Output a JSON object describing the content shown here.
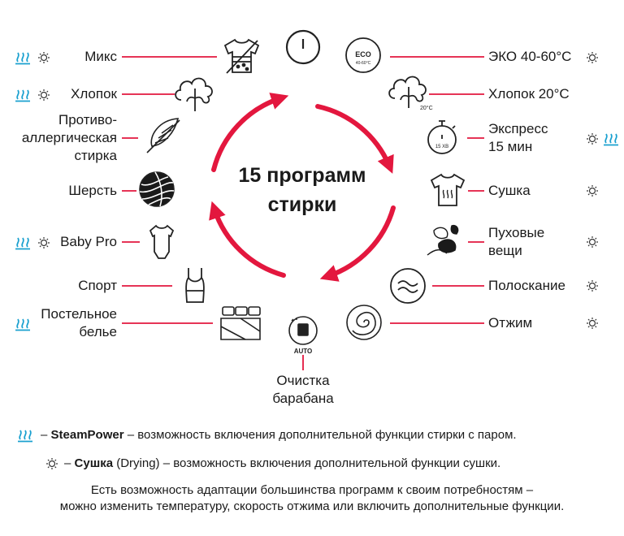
{
  "title": [
    "15 программ",
    "стирки"
  ],
  "programs_left": [
    {
      "label": [
        "Микс"
      ],
      "steam": true,
      "dry": true,
      "icon": "mixed-shirt-icon"
    },
    {
      "label": [
        "Хлопок"
      ],
      "steam": true,
      "dry": true,
      "icon": "cotton-icon"
    },
    {
      "label": [
        "Противо-",
        "аллергическая",
        "стирка"
      ],
      "steam": false,
      "dry": false,
      "icon": "feather-icon"
    },
    {
      "label": [
        "Шерсть"
      ],
      "steam": false,
      "dry": false,
      "icon": "wool-ball-icon"
    },
    {
      "label": [
        "Baby Pro"
      ],
      "steam": true,
      "dry": true,
      "icon": "baby-bodysuit-icon"
    },
    {
      "label": [
        "Спорт"
      ],
      "steam": false,
      "dry": false,
      "icon": "tank-top-icon"
    },
    {
      "label": [
        "Постельное",
        "белье"
      ],
      "steam": true,
      "dry": false,
      "icon": "bedding-icon"
    }
  ],
  "programs_right": [
    {
      "label": [
        "ЭКО 40-60°C"
      ],
      "steam": false,
      "dry": true,
      "icon": "eco-icon"
    },
    {
      "label": [
        "Хлопок 20°C"
      ],
      "steam": false,
      "dry": false,
      "icon": "cotton-20-icon"
    },
    {
      "label": [
        "Экспресс",
        "15 мин"
      ],
      "steam": true,
      "dry": true,
      "icon": "stopwatch-icon"
    },
    {
      "label": [
        "Сушка"
      ],
      "steam": false,
      "dry": true,
      "icon": "shirt-dry-icon"
    },
    {
      "label": [
        "Пуховые",
        "вещи"
      ],
      "steam": false,
      "dry": true,
      "icon": "down-feathers-icon"
    },
    {
      "label": [
        "Полоскание"
      ],
      "steam": false,
      "dry": true,
      "icon": "rinse-icon"
    },
    {
      "label": [
        "Отжим"
      ],
      "steam": false,
      "dry": true,
      "icon": "spin-icon"
    }
  ],
  "program_bottom": {
    "label": [
      "Очистка",
      "барабана"
    ],
    "icon": "drum-clean-icon"
  },
  "icon_text": {
    "eco": "ECO",
    "eco_range": "40-60°C",
    "cotton_temp": "20°C",
    "stopwatch": "15 ХВ",
    "auto": "AUTO"
  },
  "legend": {
    "steam_name": "SteamPower",
    "steam_text": "возможность включения дополнительной функции стирки с паром.",
    "dry_name": "Сушка",
    "dry_en": "(Drying)",
    "dry_text": "возможность включения дополнительной функции сушки.",
    "dash": "–"
  },
  "note": [
    "Есть возможность адаптации большинства программ к своим потребностям –",
    "можно изменить температуру, скорость отжима или включить дополнительные функции."
  ],
  "colors": {
    "accent": "#e3173e",
    "steam": "#1aa0cf",
    "ink": "#1a1a1a"
  }
}
